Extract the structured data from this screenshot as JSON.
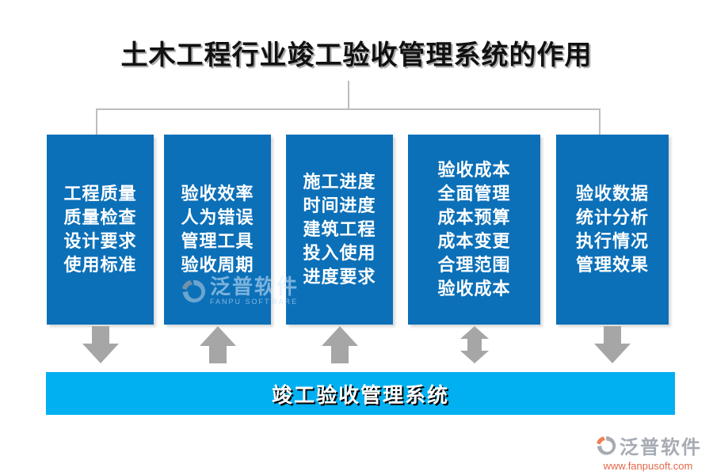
{
  "title": {
    "text": "土木工程行业竣工验收管理系统的作用"
  },
  "boxes": [
    {
      "lines": [
        "工程质量",
        "质量检查",
        "设计要求",
        "使用标准"
      ],
      "arrow": "down"
    },
    {
      "lines": [
        "验收效率",
        "人为错误",
        "管理工具",
        "验收周期"
      ],
      "arrow": "up"
    },
    {
      "lines": [
        "施工进度",
        "时间进度",
        "建筑工程",
        "投入使用",
        "进度要求"
      ],
      "arrow": "up"
    },
    {
      "lines": [
        "验收成本",
        "全面管理",
        "成本预算",
        "成本变更",
        "合理范围",
        "验收成本"
      ],
      "arrow": "both"
    },
    {
      "lines": [
        "验收数据",
        "统计分析",
        "执行情况",
        "管理效果"
      ],
      "arrow": "down"
    }
  ],
  "bottom_bar": {
    "label": "竣工验收管理系统"
  },
  "watermark_center": {
    "brand": "泛普软件",
    "subtitle": "FANPU SOFTWARE",
    "logo": "fanpu-logo-icon"
  },
  "watermark_corner": {
    "brand": "泛普软件",
    "url": "www.fanpusoft.com",
    "logo": "fanpu-logo-icon"
  },
  "colors": {
    "title_color": "#111111",
    "box_blue": "#0c70b8",
    "box_text": "#ffffff",
    "bar_cyan": "#00b0f0",
    "arrow_gray": "#a6a6a6",
    "connector_gray": "#bdbdbd",
    "watermark_gray": "#a6abb4",
    "watermark_url": "#e2674a",
    "logo_orange": "#ee8052"
  }
}
